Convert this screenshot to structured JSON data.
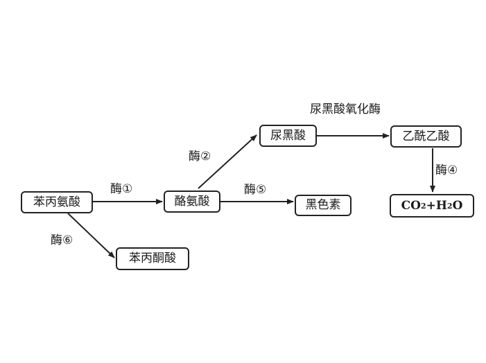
{
  "nodes": {
    "phenylalanine": "苯丙氨酸",
    "tyrosine": "酪氨酸",
    "homogentisic_acid": "尿黑酸",
    "acetoacetic_acid": "乙酰乙酸",
    "melanin": "黑色素",
    "phenylpyruvic_acid": "苯丙酮酸",
    "products": {
      "co": "CO",
      "two_a": "2",
      "plus_h": "+H",
      "two_b": "2",
      "o": "O"
    }
  },
  "edges": {
    "enzyme_1": "酶①",
    "enzyme_2": "酶②",
    "enzyme_4": "酶④",
    "enzyme_5": "酶⑤",
    "enzyme_6": "酶⑥",
    "homogentisate_oxidase": "尿黑酸氧化酶"
  }
}
